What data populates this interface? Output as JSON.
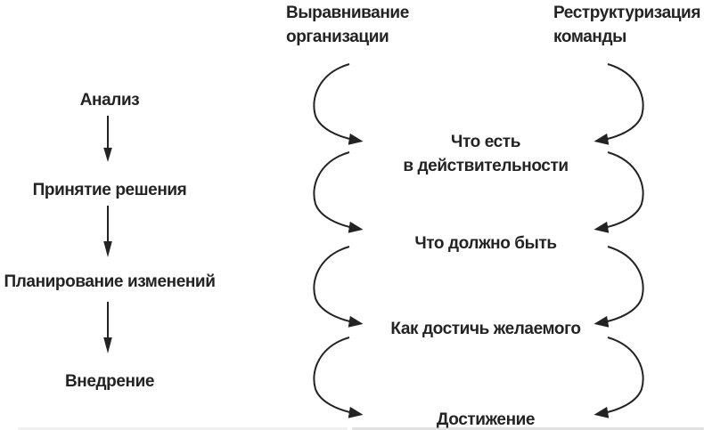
{
  "diagram_title": "Change process diagram",
  "process_steps": [
    {
      "label": "Анализ"
    },
    {
      "label": "Принятие решения"
    },
    {
      "label": "Планирование изменений"
    },
    {
      "label": "Внедрение"
    }
  ],
  "headers": {
    "organization_alignment": {
      "lines": [
        "Выравнивание",
        "организации"
      ]
    },
    "team_restructuring": {
      "lines": [
        "Реструктуризация",
        "команды"
      ]
    }
  },
  "stages": [
    {
      "lines": [
        "Что есть",
        "в действительности"
      ]
    },
    {
      "lines": [
        "Что должно быть"
      ]
    },
    {
      "lines": [
        "Как достичь желаемого"
      ]
    },
    {
      "lines": [
        "Достижение"
      ]
    }
  ],
  "colors": {
    "ink": "#232323",
    "background": "#ffffff",
    "faint_artifact": "#c9c9c9"
  }
}
